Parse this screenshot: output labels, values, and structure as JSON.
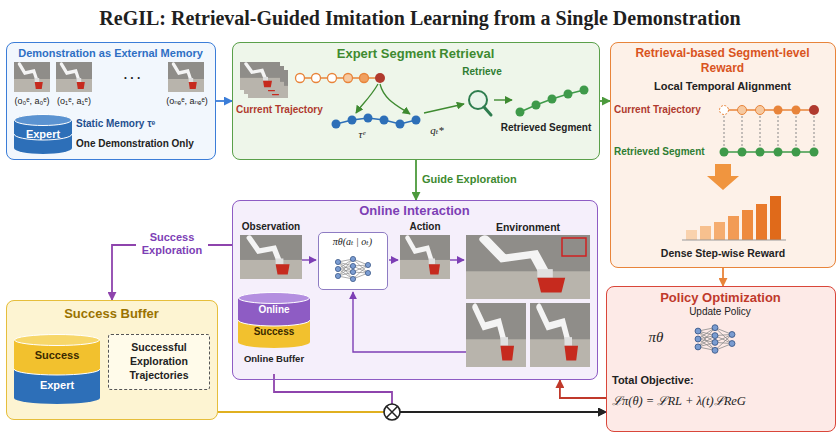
{
  "diagram": {
    "title": "ReGIL: Retrieval-Guided Imitation Learning from a Single Demonstration",
    "nodes": [
      {
        "text": [
          "Demonstration as External Memory"
        ]
      },
      {
        "text": [
          "Expert"
        ],
        "in": 0
      },
      {
        "text": [
          "Expert Segment Retrieval"
        ]
      },
      {
        "text": [
          "Retrieval-based Segment-level Reward",
          "Local Temporal Alignment"
        ]
      },
      {
        "text": [
          "Online Interaction"
        ]
      },
      {
        "text": [
          "πθ(aₜ | oₜ)"
        ],
        "in": 4
      },
      {
        "text": [
          "Online",
          "Success",
          "Online Buffer"
        ],
        "in": 4
      },
      {
        "text": [
          "Success Buffer"
        ]
      },
      {
        "text": [
          "Success",
          "Expert"
        ],
        "in": 7
      },
      {
        "text": [
          "Successful Exploration Trajectories"
        ],
        "in": 7
      },
      {
        "text": [
          "Policy Optimization"
        ]
      }
    ],
    "edges": [
      {
        "from": 0,
        "to": 2,
        "arrow": "to"
      },
      {
        "from": 2,
        "to": 3,
        "arrow": "to"
      },
      {
        "from": 2,
        "to": 4,
        "label": "Guide Exploration",
        "arrow": "to"
      },
      {
        "from": 3,
        "to": 10,
        "arrow": "to"
      },
      {
        "from": 10,
        "to": 4,
        "arrow": "to"
      },
      {
        "from": 4,
        "to": 7,
        "label": "Success Exploration",
        "arrow": "to"
      },
      {
        "from": 7,
        "to": 10,
        "arrow": "to"
      },
      {
        "from": 6,
        "to": 10,
        "arrow": "to"
      }
    ],
    "labels": [
      "(o₀ᵉ, a₀ᵉ)",
      "(o₁ᵉ, a₁ᵉ)",
      ". . .",
      "(oₙₑᵉ, aₙₑᵉ)",
      "Static Memory τᵉ",
      "One Demonstration Only",
      "Current Trajectory",
      "τᵉ",
      "qₜ*",
      "Retrieve",
      "Retrieved Segment",
      "Current Trajectory",
      "Retrieved Segment",
      "Dense Step-wise Reward",
      "Observation",
      "Action",
      "Environment",
      "Update Policy",
      "πθ",
      "Total Objective:",
      "ℒπ(θ) = ℒRL + λ(t)ℒReG"
    ]
  }
}
